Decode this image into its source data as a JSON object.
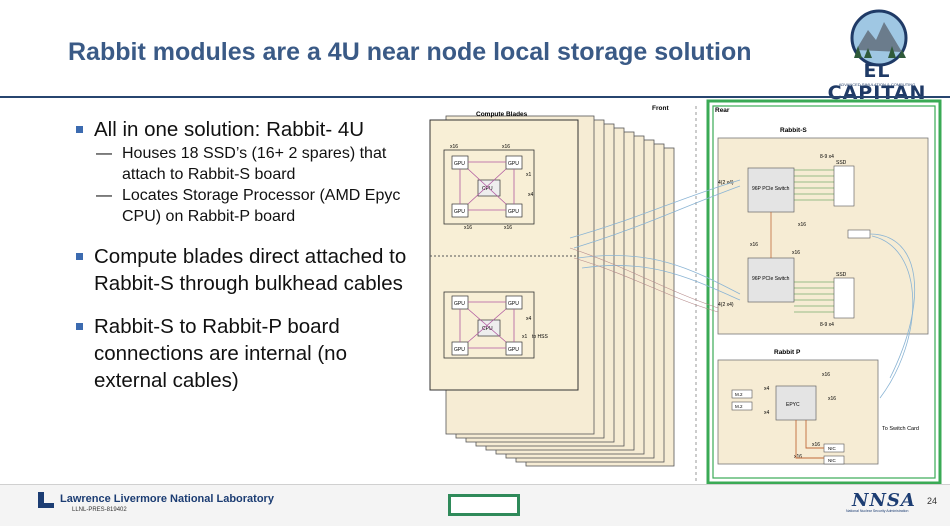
{
  "slide": {
    "title": "Rabbit modules are a 4U near node local storage solution",
    "page_number": "24"
  },
  "logo": {
    "word": "EL CAPITAN",
    "subtitle": "ADVANCED SIMULATION & COMPUTING"
  },
  "bullets": [
    {
      "text": "All in one solution: Rabbit- 4U",
      "subs": [
        "Houses 18 SSD’s (16+ 2 spares) that attach to Rabbit-S board",
        "Locates Storage Processor (AMD Epyc CPU) on Rabbit-P board"
      ]
    },
    {
      "text": "Compute blades direct attached to Rabbit-S through bulkhead cables",
      "subs": []
    },
    {
      "text": "Rabbit-S to Rabbit-P board connections are internal (no external cables)",
      "subs": []
    }
  ],
  "diagram": {
    "compute_blades": "Compute Blades",
    "front": "Front",
    "rear": "Rear",
    "rabbit_s": "Rabbit-S",
    "rabbit_p": "Rabbit P",
    "switch_label": "96P PCIe Switch",
    "ssd": "SSD",
    "epyc": "EPYC",
    "m2": "M.2",
    "nic": "NIC",
    "gpu": "GPU",
    "cpu": "CPU",
    "to_hss": "to HSS",
    "to_switch_card": "To Switch Card",
    "x16": "x16",
    "x4": "x4",
    "x1": "x1",
    "x8_9": "8-9 x4",
    "x4_2": "4(2 x4)"
  },
  "footer": {
    "lab": "Lawrence Livermore National Laboratory",
    "code": "LLNL-PRES-819402",
    "nnsa": "NNSA",
    "nnsa_sub": "National Nuclear Security Administration"
  },
  "colors": {
    "title": "#3a5a86",
    "rule": "#27456f",
    "bullet": "#3c6bb0",
    "green": "#3aaa55",
    "blade_fill": "#f6ecd4"
  }
}
